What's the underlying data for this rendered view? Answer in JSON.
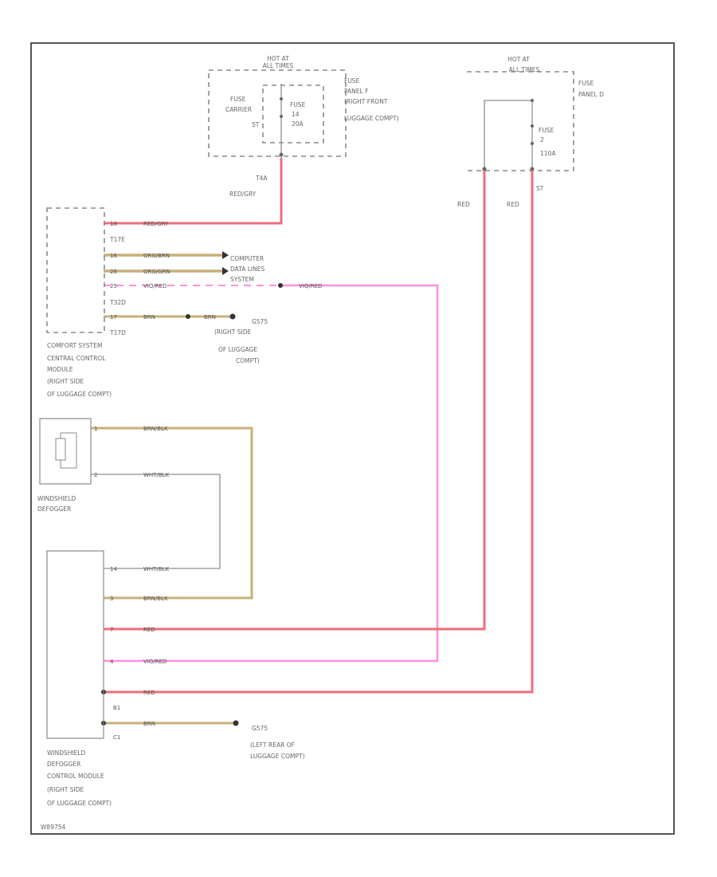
{
  "colors": {
    "red_wire": "#ef6d7a",
    "pink_wire": "#ff8fdd",
    "tan_wire": "#c9b07a",
    "white_blue_wire": "#9a9a9a",
    "frame": "#555555"
  },
  "fuse_panel_f": {
    "hot_label_1": "HOT AT",
    "hot_label_2": "ALL TIMES",
    "carrier_1": "FUSE",
    "carrier_2": "CARRIER",
    "carrier_3": "ST",
    "fuse_1": "FUSE",
    "fuse_2": "14",
    "fuse_3": "20A",
    "panel_1": "FUSE",
    "panel_2": "PANEL F",
    "panel_3": "(RIGHT FRONT",
    "panel_4": "LUGGAGE COMPT)",
    "pin": "T4A",
    "wire": "RED/GRY"
  },
  "fuse_panel_d": {
    "hot_label_1": "HOT AT",
    "hot_label_2": "ALL TIMES",
    "panel_1": "FUSE",
    "panel_2": "PANEL D",
    "fuse_1": "FUSE",
    "fuse_2": "2",
    "fuse_3": "110A",
    "pin": "ST",
    "wire_left": "RED",
    "wire_right": "RED"
  },
  "comfort_module": {
    "connector_1": "T17E",
    "connector_2": "T32D",
    "connector_3": "T17D",
    "pin_1": "18",
    "wire_1": "RED/GRY",
    "pin_2": "16",
    "wire_2": "ORG/BRN",
    "pin_3": "26",
    "wire_3": "ORG/GRN",
    "pin_4": "25",
    "wire_4": "VIO/RED",
    "pin_5": "17",
    "wire_5a": "BRN",
    "wire_5b": "BRN",
    "data_1": "COMPUTER",
    "data_2": "DATA LINES",
    "data_3": "SYSTEM",
    "splice_wire": "VIO/RED",
    "ground_1": "G575",
    "ground_2": "(RIGHT SIDE",
    "ground_3": "OF LUGGAGE",
    "ground_4": "COMPT)",
    "label_1": "COMFORT SYSTEM",
    "label_2": "CENTRAL CONTROL",
    "label_3": "MODULE",
    "label_4": "(RIGHT SIDE",
    "label_5": "OF LUGGAGE COMPT)"
  },
  "defogger": {
    "pin_1": "1",
    "wire_1": "BRN/BLK",
    "pin_2": "2",
    "wire_2": "WHT/BLK",
    "label_1": "WINDSHIELD",
    "label_2": "DEFOGGER"
  },
  "defogger_module": {
    "pin_1": "14",
    "wire_1": "WHT/BLK",
    "pin_2": "3",
    "wire_2": "BRN/BLK",
    "pin_3": "7",
    "wire_3": "RED",
    "pin_4": "4",
    "wire_4": "VIO/RED",
    "wire_5": "RED",
    "pin_5": "B1",
    "pin_6": "C1",
    "wire_6": "BRN",
    "ground_1": "G575",
    "ground_2": "(LEFT REAR OF",
    "ground_3": "LUGGAGE COMPT)",
    "label_1": "WINDSHIELD",
    "label_2": "DEFOGGER",
    "label_3": "CONTROL MODULE",
    "label_4": "(RIGHT SIDE",
    "label_5": "OF LUGGAGE COMPT)"
  },
  "footer_code": "W89754"
}
